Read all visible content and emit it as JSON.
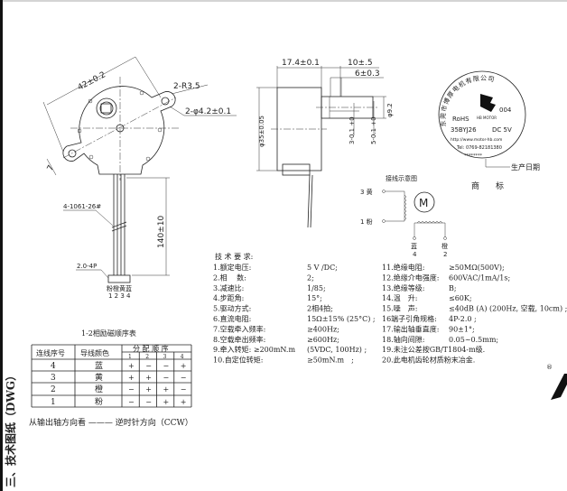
{
  "section_title": "三、技术图纸（DWG）",
  "front_view": {
    "dim_width": "42±0.2",
    "dim_radius": "2-R3.5",
    "dim_hole": "2-φ4.2±0.1",
    "dim_tab": "7",
    "wire_spec": "4-1061-26#",
    "connector_spec": "2.0-4P",
    "dim_wire_length": "140±10",
    "wire_colors": "粉橙黄蓝",
    "wire_numbers": "1 2 3 4"
  },
  "side_view": {
    "dim_body": "17.4±0.1",
    "dim_shaft": "10±.5",
    "dim_flat": "6±0.3",
    "dim_diameter": "φ35±0.05",
    "dim_shaft_dia": "φ9.2",
    "dim_flat_a": "3-0.1 +0",
    "dim_flat_b": "5-0.1 +0"
  },
  "wiring": {
    "title": "接线示意图",
    "pin3": "3  黄",
    "pin1": "1  粉",
    "motor": "M",
    "pin4_color": "蓝",
    "pin4": "4",
    "pin2_color": "橙",
    "pin2": "2"
  },
  "trademark": {
    "company": "东莞市博厚电机有限公司",
    "code": "004",
    "brand": "HB MOTOR",
    "rohs": "RoHS",
    "model": "35BYJ26",
    "voltage": "DC 5V",
    "url": "http://www.motor-hb.com",
    "tel": "Tel: 0769-82181380",
    "date_mask": "********",
    "date_label": "生产日期",
    "caption": "商　　标"
  },
  "specs": {
    "title": "技 术 要 求:",
    "left": [
      {
        "label": "1.额定电压:",
        "value": "5 V /DC;"
      },
      {
        "label": "2.相　 数:",
        "value": "2;"
      },
      {
        "label": "3.减速比:",
        "value": "1/85;"
      },
      {
        "label": "4.步距角:",
        "value": "15°;"
      },
      {
        "label": "5.驱动方式:",
        "value": "2相4拍;"
      },
      {
        "label": "6.直流电阻:",
        "value": "15Ω±15% (25°C) ;"
      },
      {
        "label": "7.空载牵入频率:",
        "value": "≥400Hz;"
      },
      {
        "label": "8.空载牵出频率:",
        "value": "≥600Hz;"
      },
      {
        "label": "9.牵入转矩: ≥200mN.m",
        "value": "(5VDC, 100Hz) ;"
      },
      {
        "label": "10.自定位转矩:",
        "value": "≥50mN.m　;"
      }
    ],
    "right": [
      {
        "label": "11.绝缘电阻:",
        "value": "≥50MΩ(500V);"
      },
      {
        "label": "12.绝缘介电强度:",
        "value": "600VAC/1mA/1s;"
      },
      {
        "label": "13.绝缘等级:",
        "value": "B;"
      },
      {
        "label": "14.温　升:",
        "value": "≤60K;"
      },
      {
        "label": "15.噪　声:",
        "value": "≤40dB (A) (200Hz, 空载, 10cm) ;"
      },
      {
        "label": "16端子引角规格:",
        "value": "4P-2.0 ;"
      },
      {
        "label": "17.输出轴垂直度:",
        "value": "90±1°;"
      },
      {
        "label": "18.轴向间隙:",
        "value": "0.05~0.5mm;"
      },
      {
        "label": "19.未注公差按GB/T1804-m级.",
        "value": ""
      },
      {
        "label": "20.此电机齿轮材质粉末冶金.",
        "value": ""
      }
    ]
  },
  "sequence_table": {
    "title": "1-2相励磁顺序表",
    "col_wire_no": "连线序号",
    "col_color": "导线颜色",
    "col_sequence": "分 配 顺 序",
    "steps": [
      "1",
      "2",
      "3",
      "4"
    ],
    "rows": [
      {
        "no": "4",
        "color": "蓝",
        "seq": [
          "+",
          "−",
          "−",
          "+"
        ]
      },
      {
        "no": "3",
        "color": "黄",
        "seq": [
          "+",
          "+",
          "−",
          "−"
        ]
      },
      {
        "no": "2",
        "color": "橙",
        "seq": [
          "−",
          "+",
          "+",
          "−"
        ]
      },
      {
        "no": "1",
        "color": "粉",
        "seq": [
          "−",
          "−",
          "+",
          "+"
        ]
      }
    ],
    "direction_note": "从输出轴方向看 ——— 逆时针方向（CCW）"
  },
  "registered_mark": "®"
}
